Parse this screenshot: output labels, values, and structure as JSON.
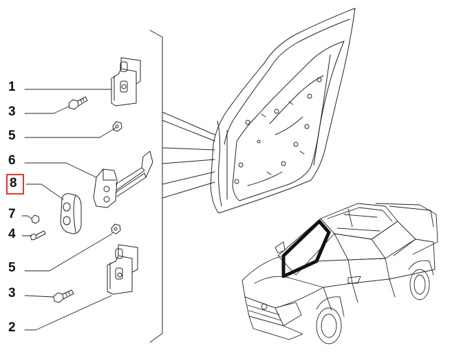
{
  "diagram": {
    "callouts": [
      {
        "id": "c1",
        "label": "1"
      },
      {
        "id": "c3a",
        "label": "3"
      },
      {
        "id": "c5a",
        "label": "5"
      },
      {
        "id": "c6",
        "label": "6"
      },
      {
        "id": "c8",
        "label": "8",
        "selected": true
      },
      {
        "id": "c7",
        "label": "7"
      },
      {
        "id": "c4",
        "label": "4"
      },
      {
        "id": "c5b",
        "label": "5"
      },
      {
        "id": "c3b",
        "label": "3"
      },
      {
        "id": "c2",
        "label": "2"
      }
    ],
    "colors": {
      "line": "#222222",
      "highlight": "#e3342f",
      "window": "#111111"
    },
    "parts_icons": [
      "upper-door-hinge-icon",
      "hinge-bolt-icon",
      "hinge-nut-icon",
      "door-check-strap-icon",
      "door-check-bracket-icon",
      "lower-door-hinge-icon",
      "front-door-shell-icon",
      "pickup-truck-icon"
    ]
  }
}
